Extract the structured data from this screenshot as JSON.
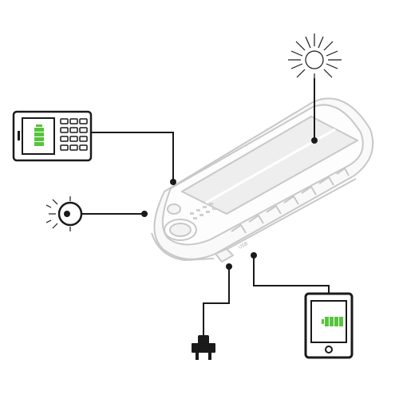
{
  "diagram": {
    "device_label": "USB",
    "colors": {
      "line": "#1a1a1a",
      "device_stroke": "#c8c8c8",
      "panel_fill": "#eeeeee",
      "battery_green": "#56c43c"
    },
    "icons": [
      "sun-icon",
      "mobile-phone-icon",
      "flashlight-icon",
      "power-plug-icon",
      "tablet-icon",
      "solar-power-bank-icon"
    ],
    "battery": {
      "phone_bars": 4,
      "tablet_bars": 4
    }
  }
}
